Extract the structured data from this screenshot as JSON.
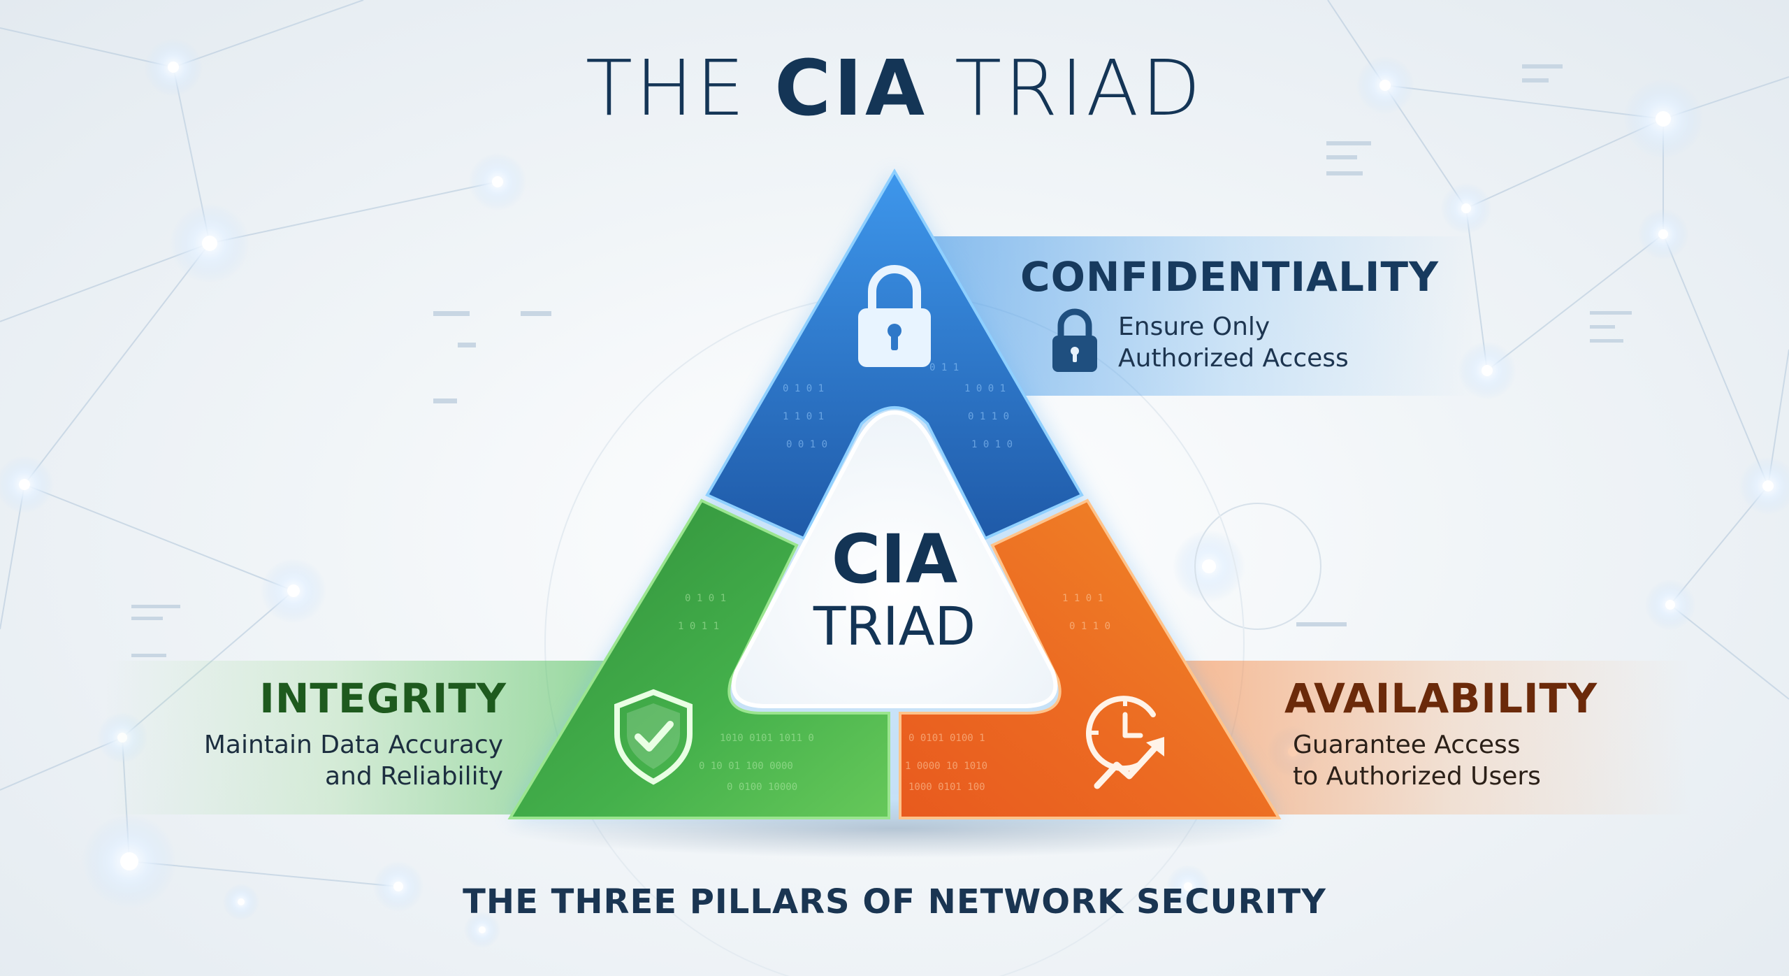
{
  "title": {
    "part1": "THE ",
    "bold": "CIA",
    "part2": " TRIAD"
  },
  "center": {
    "line1": "CIA",
    "line2": "TRIAD"
  },
  "confidentiality": {
    "heading": "CONFIDENTIALITY",
    "desc_line1": "Ensure Only",
    "desc_line2": "Authorized Access",
    "color": "#2e7fd6",
    "icon": "padlock-icon"
  },
  "integrity": {
    "heading": "INTEGRITY",
    "desc_line1": "Maintain Data Accuracy",
    "desc_line2": "and Reliability",
    "color": "#3fae46",
    "icon": "shield-check-icon"
  },
  "availability": {
    "heading": "AVAILABILITY",
    "desc_line1": "Guarantee Access",
    "desc_line2": "to Authorized Users",
    "color": "#f07a2a",
    "icon": "clock-uptrend-icon"
  },
  "subtitle": "THE THREE PILLARS OF NETWORK SECURITY"
}
